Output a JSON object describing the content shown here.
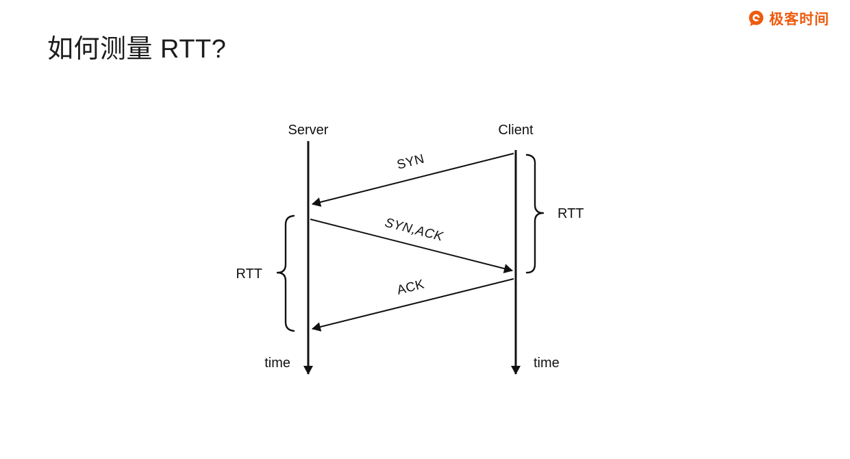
{
  "page": {
    "title": "如何测量 RTT?"
  },
  "brand": {
    "name": "极客时间",
    "color": "#ee5b0e"
  },
  "diagram": {
    "server_label": "Server",
    "client_label": "Client",
    "messages": [
      {
        "label": "SYN"
      },
      {
        "label": "SYN,ACK"
      },
      {
        "label": "ACK"
      }
    ],
    "rtt_client_label": "RTT",
    "rtt_server_label": "RTT",
    "time_server_label": "time",
    "time_client_label": "time"
  }
}
